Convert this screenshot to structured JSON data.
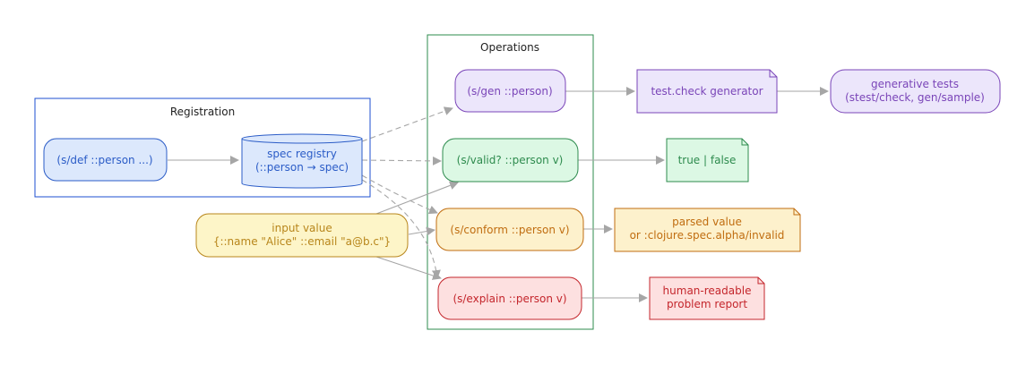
{
  "colors": {
    "edge": "#a6a6a6",
    "registration_border": "#1c4fd1",
    "operations_border": "#2e8b4e",
    "blue_fill": "#dce8fc",
    "blue_stroke": "#2b5cc7",
    "blue_text": "#2b5cc7",
    "purple_fill": "#ece6fb",
    "purple_stroke": "#7a45b8",
    "purple_text": "#7a45b8",
    "green_fill": "#dcf8e4",
    "green_stroke": "#2e8b4e",
    "green_text": "#2e8b4e",
    "orange_fill": "#fdf1cc",
    "orange_stroke": "#c06d10",
    "orange_text": "#c06d10",
    "yellow_fill": "#fdf5c8",
    "yellow_stroke": "#b8861b",
    "yellow_text": "#b8861b",
    "red_fill": "#fde0e0",
    "red_stroke": "#c4262c",
    "red_text": "#c4262c"
  },
  "clusters": {
    "registration": {
      "label": "Registration"
    },
    "operations": {
      "label": "Operations"
    }
  },
  "nodes": {
    "sdef": {
      "lines": [
        "(s/def ::person ...)"
      ]
    },
    "registry": {
      "lines": [
        "spec registry",
        "(::person → spec)"
      ]
    },
    "input": {
      "lines": [
        "input value",
        "{::name \"Alice\" ::email \"a@b.c\"}"
      ]
    },
    "sgen": {
      "lines": [
        "(s/gen ::person)"
      ]
    },
    "svalid": {
      "lines": [
        "(s/valid? ::person v)"
      ]
    },
    "sconform": {
      "lines": [
        "(s/conform ::person v)"
      ]
    },
    "sexplain": {
      "lines": [
        "(s/explain ::person v)"
      ]
    },
    "generator": {
      "lines": [
        "test.check generator"
      ]
    },
    "gentests": {
      "lines": [
        "generative tests",
        "(stest/check, gen/sample)"
      ]
    },
    "truefalse": {
      "lines": [
        "true | false"
      ]
    },
    "parsed": {
      "lines": [
        "parsed value",
        "or :clojure.spec.alpha/invalid"
      ]
    },
    "report": {
      "lines": [
        "human-readable",
        "problem report"
      ]
    }
  }
}
